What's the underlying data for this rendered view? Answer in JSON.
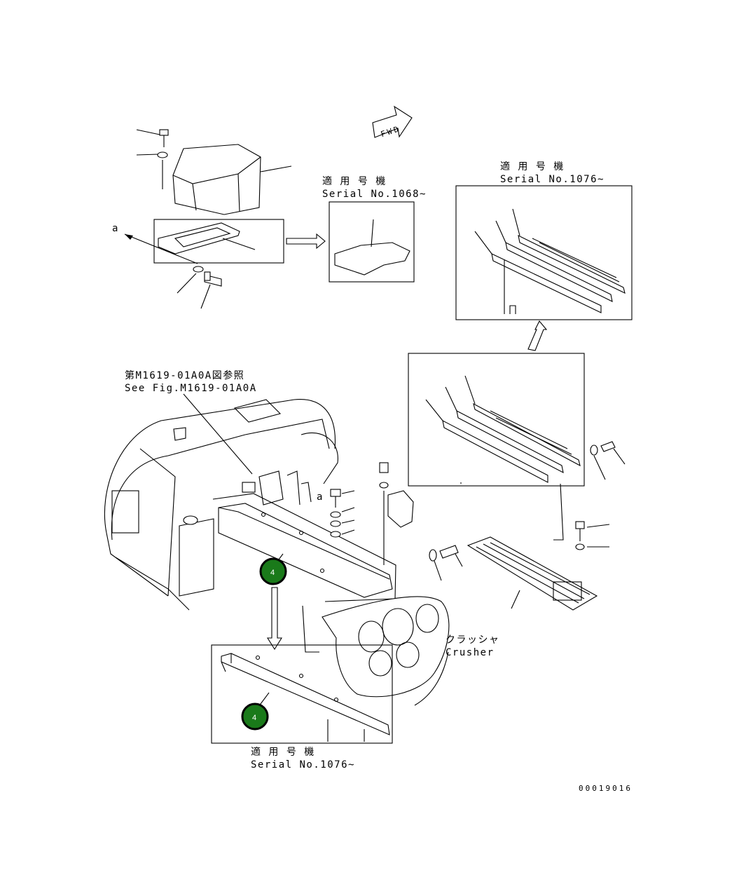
{
  "fwd_label": "FWD",
  "labels": {
    "applicable_jp": "適 用 号 機",
    "serial_1068": "Serial No.1068~",
    "serial_1076_top": "Serial No.1076~",
    "serial_1076_bottom": "Serial No.1076~",
    "see_fig_jp": "第M1619-01A0A図参照",
    "see_fig_en": "See Fig.M1619-01A0A",
    "crusher_jp": "クラッシャ",
    "crusher_en": "Crusher",
    "view_marker": "a",
    "drawing_number": "00019016"
  },
  "callouts": [
    {
      "number": "4",
      "color": "#1a7a1a"
    },
    {
      "number": "4",
      "color": "#1a7a1a"
    }
  ]
}
